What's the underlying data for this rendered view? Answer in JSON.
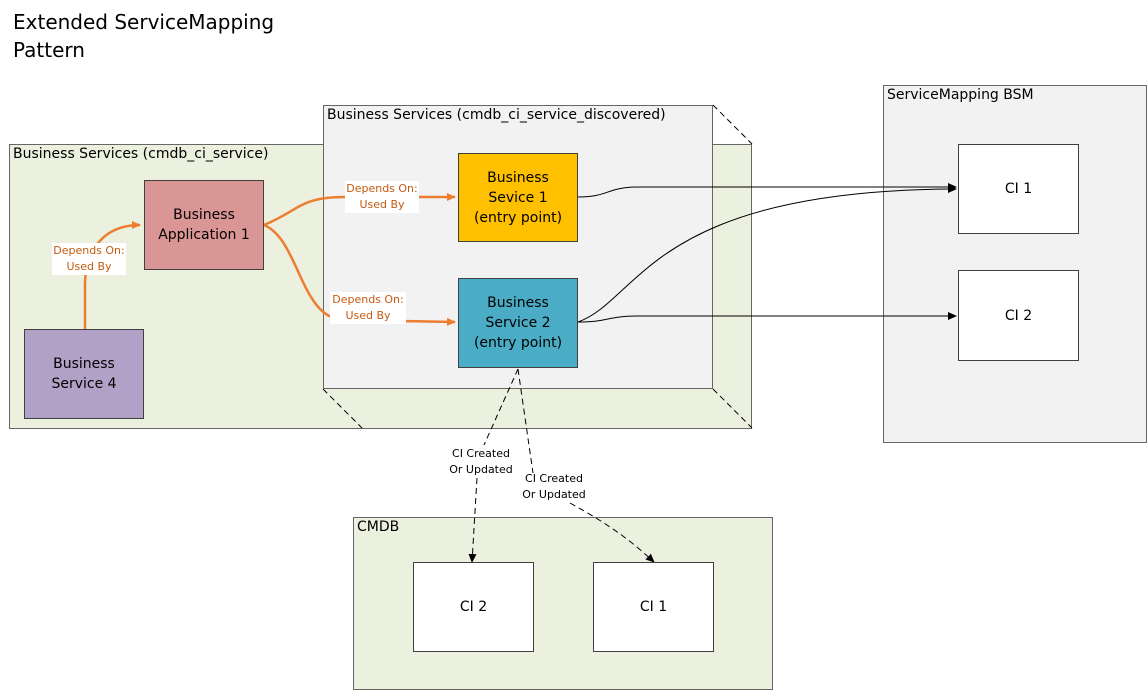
{
  "title": "Extended ServiceMapping\nPattern",
  "containers": {
    "business_services": "Business Services (cmdb_ci_service)",
    "business_services_discovered": "Business Services (cmdb_ci_service_discovered)",
    "servicemapping_bsm": "ServiceMapping BSM",
    "cmdb": "CMDB"
  },
  "nodes": {
    "business_application_1": "Business\nApplication 1",
    "business_service_4": "Business\nService 4",
    "business_service_1": "Business\nSevice 1\n(entry point)",
    "business_service_2": "Business\nService 2\n(entry point)",
    "bsm_ci_1": "CI 1",
    "bsm_ci_2": "CI 2",
    "cmdb_ci_2": "CI 2",
    "cmdb_ci_1": "CI 1"
  },
  "edge_labels": {
    "svc4_to_app1": "Depends On:\nUsed By",
    "app1_to_svc1": "Depends On:\nUsed By",
    "app1_to_svc2": "Depends On:\nUsed By",
    "svc2_to_cmdb_ci2": "CI Created\nOr Updated",
    "svc2_to_cmdb_ci1": "CI Created\nOr Updated"
  },
  "colors": {
    "container_green": "#ebf1de",
    "container_grey": "#f2f2f2",
    "application": "#da9694",
    "service_orange": "#ffc000",
    "service_blue": "#4bacc6",
    "service_purple": "#b2a1c7",
    "dependency_arrow": "#ed7d31"
  }
}
